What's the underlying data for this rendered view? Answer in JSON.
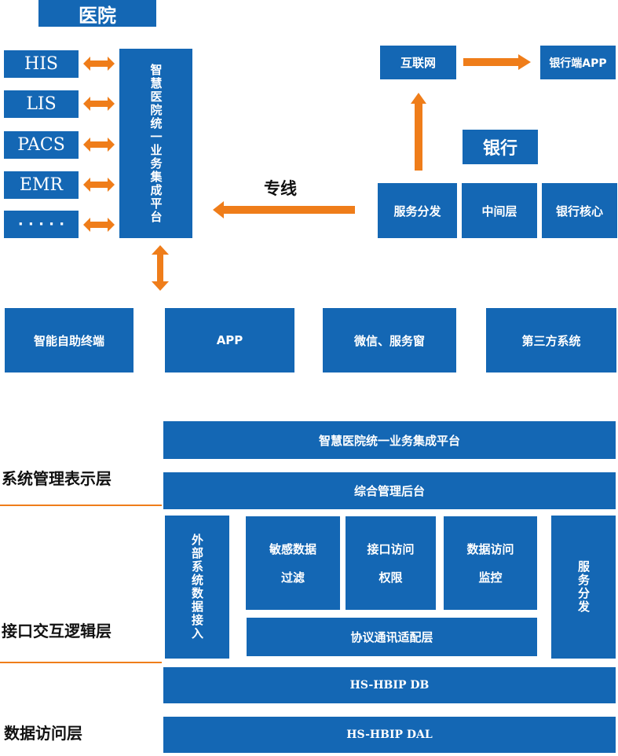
{
  "colors": {
    "box_blue": "#1467b4",
    "arrow_orange": "#ef7d1a"
  },
  "top": {
    "hospital_title": "医院",
    "systems": [
      "HIS",
      "LIS",
      "PACS",
      "EMR",
      "· · · · ·"
    ],
    "platform_vertical": "智慧医院统一业务集成平台",
    "dedicated_line": "专线",
    "internet": "互联网",
    "bank_app": "银行端APP",
    "bank_title": "银行",
    "bank_boxes": [
      "服务分发",
      "中间层",
      "银行核心"
    ],
    "channels": [
      "智能自助终端",
      "APP",
      "微信、服务窗",
      "第三方系统"
    ]
  },
  "bottom": {
    "layer_labels": [
      "系统管理表示层",
      "接口交互逻辑层",
      "数据访问层"
    ],
    "platform_bar": "智慧医院统一业务集成平台",
    "admin_bar": "综合管理后台",
    "external_access": "外部系统数据接入",
    "sensitive_filter": [
      "敏感数据",
      "过滤"
    ],
    "interface_permission": [
      "接口访问",
      "权限"
    ],
    "data_monitor": [
      "数据访问",
      "监控"
    ],
    "service_dispatch": "服务分发",
    "protocol_layer": "协议通讯适配层",
    "db": "HS-HBIP DB",
    "dal": "HS-HBIP DAL"
  }
}
